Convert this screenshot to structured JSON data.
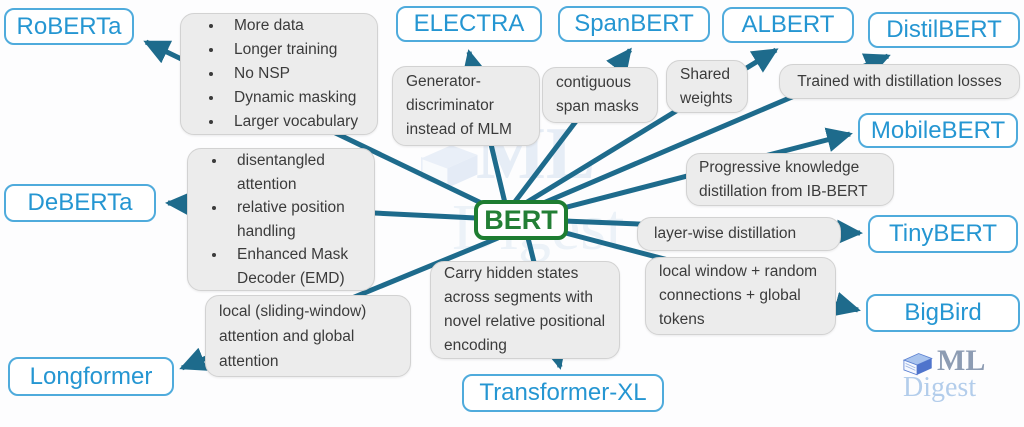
{
  "center": {
    "label": "BERT"
  },
  "models": {
    "roberta": {
      "label": "RoBERTa"
    },
    "electra": {
      "label": "ELECTRA"
    },
    "spanbert": {
      "label": "SpanBERT"
    },
    "albert": {
      "label": "ALBERT"
    },
    "distilbert": {
      "label": "DistilBERT"
    },
    "mobilebert": {
      "label": "MobileBERT"
    },
    "tinybert": {
      "label": "TinyBERT"
    },
    "bigbird": {
      "label": "BigBird"
    },
    "longformer": {
      "label": "Longformer"
    },
    "transformerxl": {
      "label": "Transformer-XL"
    },
    "deberta": {
      "label": "DeBERTa"
    }
  },
  "notes": {
    "roberta": {
      "bullets": [
        "More data",
        "Longer training",
        "No NSP",
        "Dynamic masking",
        "Larger vocabulary"
      ]
    },
    "electra": {
      "text": "Generator-discriminator instead of MLM"
    },
    "spanbert": {
      "text": "contiguous span masks"
    },
    "albert": {
      "text": "Shared weights"
    },
    "distilbert": {
      "text": "Trained with distillation losses"
    },
    "mobilebert": {
      "text": "Progressive knowledge distillation from IB-BERT"
    },
    "tinybert": {
      "text": "layer-wise distillation"
    },
    "bigbird": {
      "text": "local window + random connections + global tokens"
    },
    "deberta": {
      "bullets": [
        "disentangled attention",
        "relative position handling",
        "Enhanced Mask Decoder (EMD)"
      ]
    },
    "longformer": {
      "text": "local (sliding-window) attention and global attention"
    },
    "transformerxl": {
      "text": "Carry hidden states across segments with novel relative positional encoding"
    }
  },
  "watermark": {
    "ml": "ML",
    "digest": "Digest"
  },
  "colors": {
    "arrow": "#1e6b8c",
    "model_text": "#2596d2",
    "model_border": "#4fabdc",
    "bert_green": "#1e7d31",
    "note_bg": "#ececec",
    "watermark_ml": "#8d9cb3",
    "watermark_digest": "#b3cdeb"
  }
}
